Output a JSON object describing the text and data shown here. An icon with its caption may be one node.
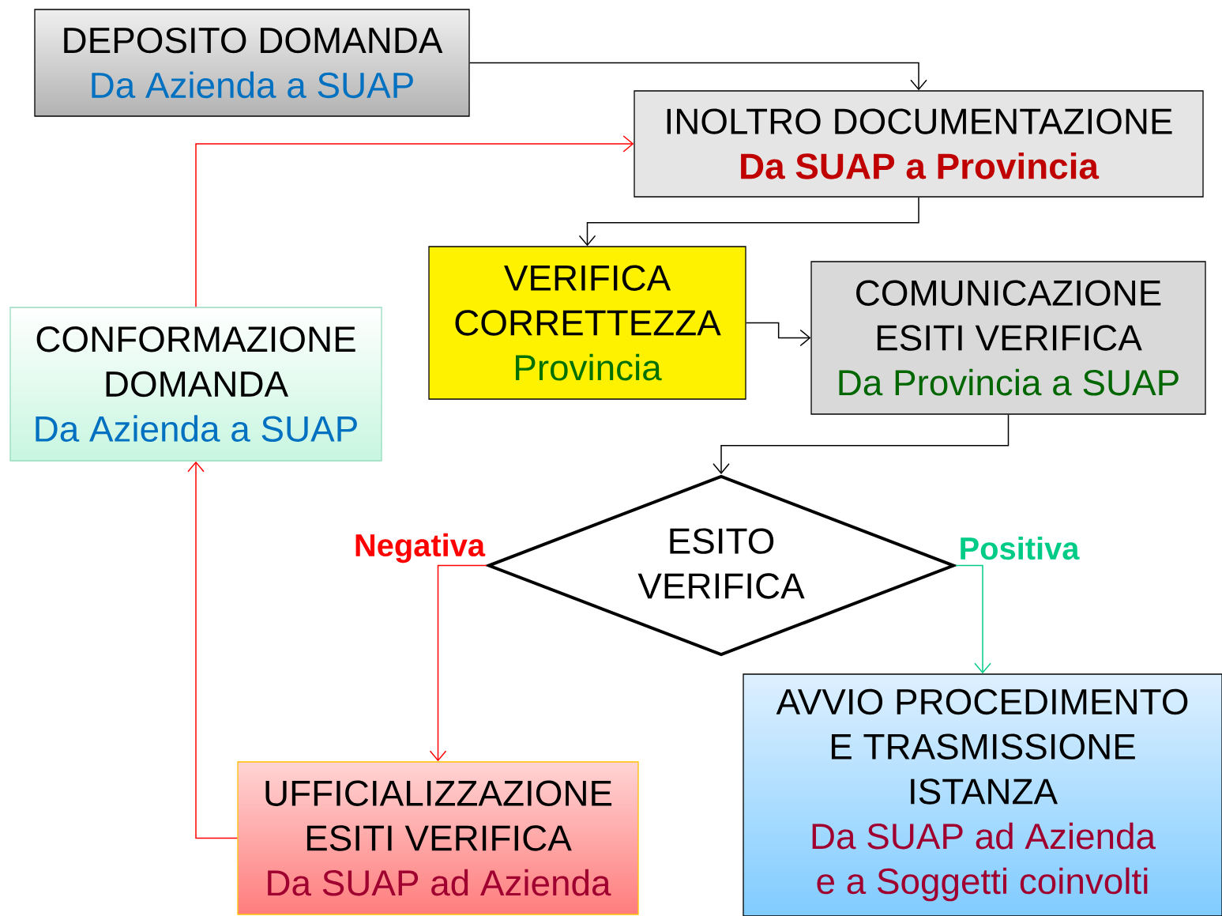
{
  "diagram": {
    "nodes": [
      {
        "text": [
          "DEPOSITO DOMANDA",
          "Da Azienda a SUAP"
        ]
      },
      {
        "text": [
          "INOLTRO DOCUMENTAZIONE",
          "Da SUAP a Provincia"
        ]
      },
      {
        "text": [
          "VERIFICA CORRETTEZZA",
          "Provincia"
        ]
      },
      {
        "text": [
          "COMUNICAZIONE ESITI VERIFICA",
          "Da Provincia a SUAP"
        ]
      },
      {
        "text": [
          "CONFORMAZIONE DOMANDA",
          "Da Azienda a SUAP"
        ]
      },
      {
        "text": [
          "ESITO VERIFICA"
        ]
      },
      {
        "text": [
          "UFFICIALIZZAZIONE ESITI VERIFICA",
          "Da SUAP ad Azienda"
        ]
      },
      {
        "text": [
          "AVVIO PROCEDIMENTO E TRASMISSIONE ISTANZA",
          "Da SUAP ad Azienda e a Soggetti coinvolti"
        ]
      }
    ],
    "edges": [
      {
        "from": 0,
        "to": 1,
        "arrow": "to"
      },
      {
        "from": 1,
        "to": 2,
        "arrow": "to"
      },
      {
        "from": 2,
        "to": 3,
        "arrow": "to"
      },
      {
        "from": 3,
        "to": 5,
        "arrow": "to"
      },
      {
        "from": 5,
        "to": 6,
        "arrow": "to",
        "label": "Negativa",
        "color": "#ff0000"
      },
      {
        "from": 5,
        "to": 7,
        "arrow": "to",
        "label": "Positiva",
        "color": "#00cc88"
      },
      {
        "from": 6,
        "to": 4,
        "arrow": "to",
        "color": "#ff0000"
      },
      {
        "from": 4,
        "to": 1,
        "arrow": "to",
        "color": "#ff0000"
      }
    ]
  }
}
